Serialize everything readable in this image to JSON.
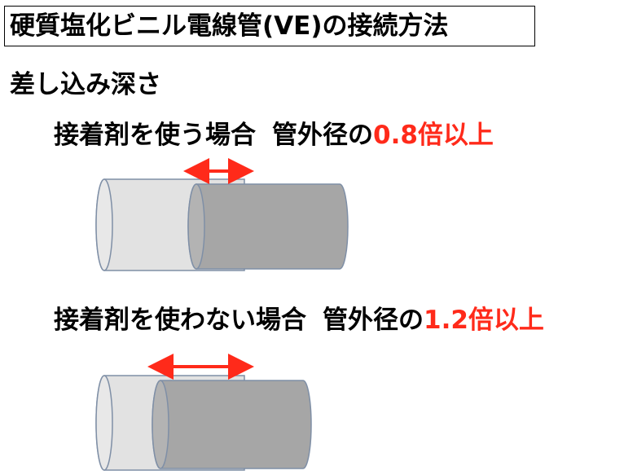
{
  "title": "硬質塩化ビニル電線管(VE)の接続方法",
  "subtitle": "差し込み深さ",
  "cases": [
    {
      "label": "接着剤を使う場合",
      "prefix": "管外径の",
      "value": "0.8倍以上"
    },
    {
      "label": "接着剤を使わない場合",
      "prefix": "管外径の",
      "value": "1.2倍以上"
    }
  ],
  "colors": {
    "outer_pipe": "#e0e0e0",
    "inner_pipe": "#a6a6a6",
    "arrow": "#ff2a1a",
    "highlight_text": "#ff2a1a"
  }
}
